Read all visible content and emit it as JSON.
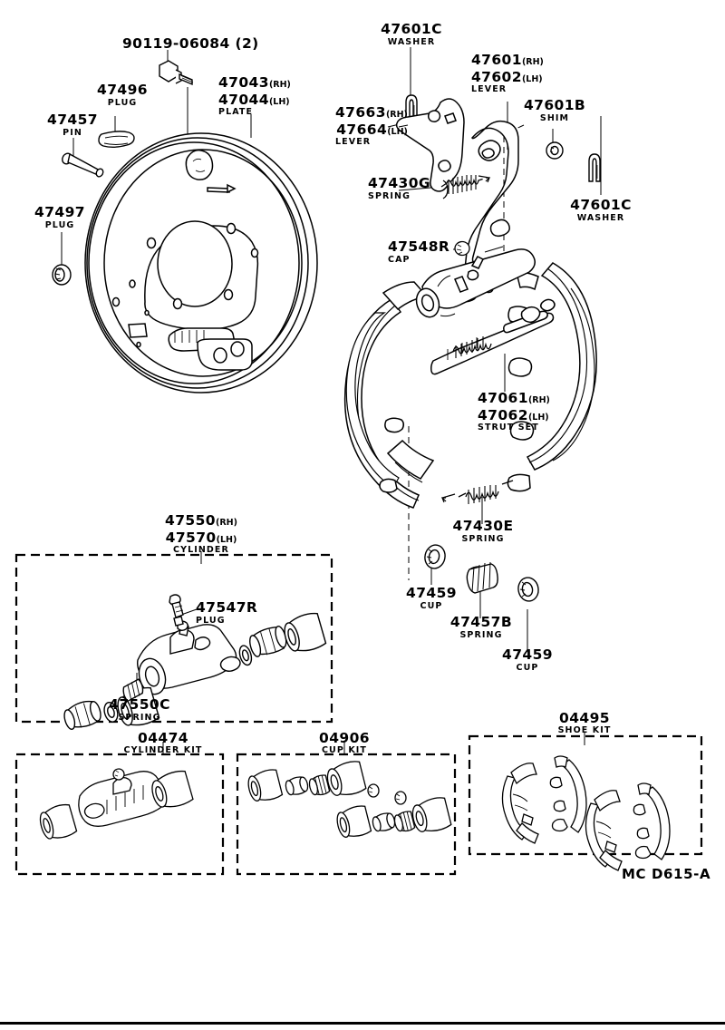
{
  "diagram": {
    "title": "Toyota Rear Drum Brake Assembly Parts Diagram",
    "sheet_code": "MC D615-A",
    "line_color": "#000000",
    "background_color": "#ffffff"
  },
  "labels": {
    "bolt": {
      "number": "90119-06084 (2)",
      "suffix": "",
      "desc": ""
    },
    "pin": {
      "number": "47457",
      "suffix": "",
      "desc": "PIN"
    },
    "plug_upper": {
      "number": "47496",
      "suffix": "",
      "desc": "PLUG"
    },
    "plug_lower": {
      "number": "47497",
      "suffix": "",
      "desc": "PLUG"
    },
    "plate_rh": {
      "number": "47043",
      "suffix": "(RH)",
      "desc": ""
    },
    "plate_lh": {
      "number": "47044",
      "suffix": "(LH)",
      "desc": "PLATE"
    },
    "washer_top": {
      "number": "47601C",
      "suffix": "",
      "desc": "WASHER"
    },
    "lever_rh_2": {
      "number": "47663",
      "suffix": "(RH)",
      "desc": ""
    },
    "lever_lh_2": {
      "number": "47664",
      "suffix": "(LH)",
      "desc": "LEVER"
    },
    "lever_rh_1": {
      "number": "47601",
      "suffix": "(RH)",
      "desc": ""
    },
    "lever_lh_1": {
      "number": "47602",
      "suffix": "(LH)",
      "desc": "LEVER"
    },
    "shim": {
      "number": "47601B",
      "suffix": "",
      "desc": "SHIM"
    },
    "washer_right": {
      "number": "47601C",
      "suffix": "",
      "desc": "WASHER"
    },
    "spring_g": {
      "number": "47430G",
      "suffix": "",
      "desc": "SPRING"
    },
    "cap": {
      "number": "47548R",
      "suffix": "",
      "desc": "CAP"
    },
    "strut_rh": {
      "number": "47061",
      "suffix": "(RH)",
      "desc": ""
    },
    "strut_lh": {
      "number": "47062",
      "suffix": "(LH)",
      "desc": "STRUT SET"
    },
    "spring_e": {
      "number": "47430E",
      "suffix": "",
      "desc": "SPRING"
    },
    "cup_left": {
      "number": "47459",
      "suffix": "",
      "desc": "CUP"
    },
    "spring_b": {
      "number": "47457B",
      "suffix": "",
      "desc": "SPRING"
    },
    "cup_right": {
      "number": "47459",
      "suffix": "",
      "desc": "CUP"
    },
    "cylinder_rh": {
      "number": "47550",
      "suffix": "(RH)",
      "desc": ""
    },
    "cylinder_lh": {
      "number": "47570",
      "suffix": "(LH)",
      "desc": "CYLINDER"
    },
    "plug_r": {
      "number": "47547R",
      "suffix": "",
      "desc": "PLUG"
    },
    "spring_c": {
      "number": "47550C",
      "suffix": "",
      "desc": "SPRING"
    }
  },
  "kits": {
    "cylinder_kit": {
      "number": "04474",
      "desc": "CYLINDER KIT"
    },
    "cup_kit": {
      "number": "04906",
      "desc": "CUP KIT"
    },
    "shoe_kit": {
      "number": "04495",
      "desc": "SHOE KIT"
    }
  }
}
